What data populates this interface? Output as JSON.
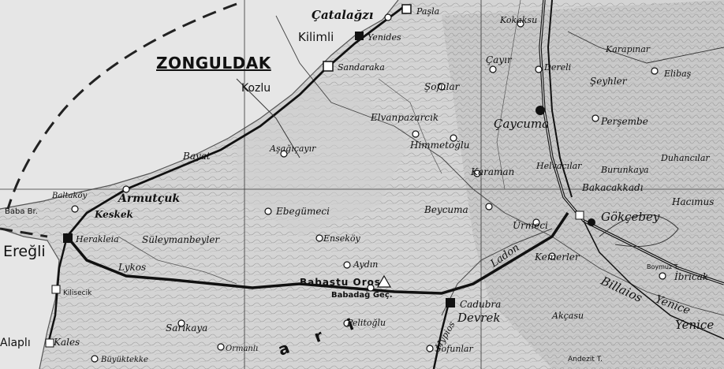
{
  "places": {
    "zonguldak": "ZONGULDAK",
    "catalagzi": "Çatalağzı",
    "kilimli": "Kilimli",
    "yenides": "Yenides",
    "pasla": "Paşla",
    "kozlu": "Kozlu",
    "sandaraka": "Sandaraka",
    "kokaksu": "Kokaksu",
    "cayir": "Çayır",
    "dereli": "Dereli",
    "karapinar": "Karapınar",
    "seyhler": "Şeyhler",
    "elibas": "Elibaş",
    "sofular": "Şofular",
    "elvanpazarcik": "Elvanpazarcık",
    "caycuma": "Çaycuma",
    "persembe": "Perşembe",
    "asagicayir": "Aşağıçayır",
    "himmetoglu": "Himmetoğlu",
    "bayat": "Bayat",
    "karaman": "Karaman",
    "helvacilar": "Helvacılar",
    "burunkaya": "Burunkaya",
    "duhancilar": "Duhancılar",
    "baltakoy": "Baltaköy",
    "armutcuk": "Armutçuk",
    "bakacakkadi": "Bakacakkadı",
    "bababurnu": "Baba Br.",
    "keskek": "Keskek",
    "ebegumeci": "Ebegümeci",
    "beycuma": "Beycuma",
    "gokcebey": "Gökçebey",
    "hacimus": "Hacımus",
    "eregli": "Ereğli",
    "herakleia": "Herakleia",
    "suleymanbeyler": "Süleymanbeyler",
    "ensekoy": "Enseköy",
    "urmeci": "Ürmeci",
    "lykos": "Lykos",
    "aydin": "Aydın",
    "ladon": "Ladon",
    "kemerler": "Kemerler",
    "boymuz": "Boymuz T.",
    "ibricak": "İbricak",
    "kilisecik": "Kilisecik",
    "babadag_oros": "Babaştu Oros",
    "babadag_gec": "Babadağ Geç.",
    "cadubra": "Cadubra",
    "devrek": "Devrek",
    "billaios": "Billaios",
    "yenice_river": "Yenice",
    "yenice": "Yenice",
    "sarikaya": "Sarıkaya",
    "pelitoglu": "Pelitoğlu",
    "akcasu": "Akçasu",
    "alapli": "Alaplı",
    "kales": "Kales",
    "ormanli": "Ormanlı",
    "buyuktekke": "Büyüktekke",
    "sofuniar": "Sofunlar",
    "andezit": "Andezit T.",
    "hypios": "Hypios",
    "ari": "a r i"
  }
}
